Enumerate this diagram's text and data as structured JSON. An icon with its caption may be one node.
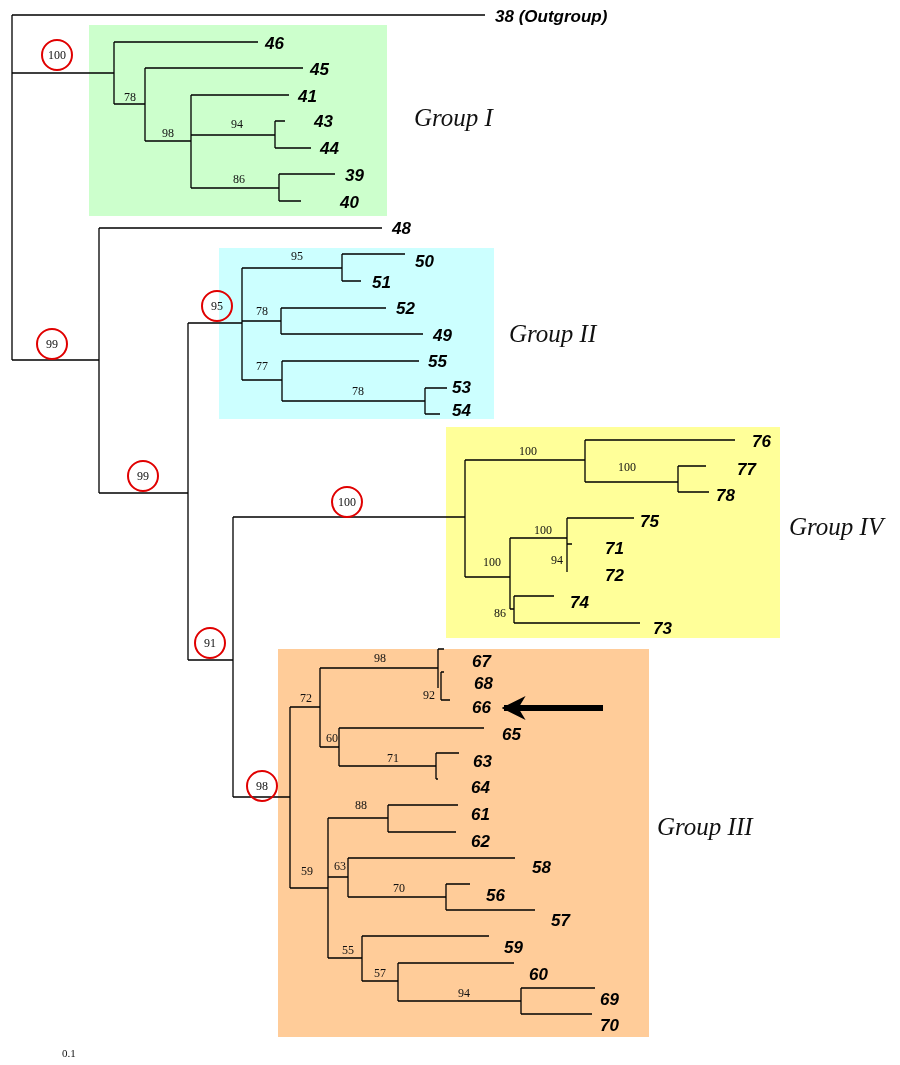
{
  "diagram": {
    "nodes": [
      {
        "text": [
          "Group I"
        ]
      },
      {
        "text": [
          "Group II"
        ]
      },
      {
        "text": [
          "Group IV"
        ]
      },
      {
        "text": [
          "Group III"
        ]
      },
      {
        "text": [
          "100"
        ]
      },
      {
        "text": [
          "99"
        ]
      },
      {
        "text": [
          "95"
        ]
      },
      {
        "text": [
          "99"
        ]
      },
      {
        "text": [
          "100"
        ]
      },
      {
        "text": [
          "91"
        ]
      },
      {
        "text": [
          "98"
        ]
      },
      {
        "text": [
          "66"
        ],
        "in": 3
      }
    ],
    "edges": [
      {
        "from": null,
        "to": 11,
        "arrow": "to"
      }
    ],
    "labels": [
      "38 (Outgroup)",
      "46",
      "45",
      "78",
      "41",
      "98",
      "94",
      "43",
      "44",
      "86",
      "39",
      "40",
      "48",
      "95",
      "50",
      "51",
      "78",
      "52",
      "49",
      "77",
      "55",
      "78",
      "53",
      "54",
      "100",
      "76",
      "100",
      "77",
      "78",
      "100",
      "75",
      "94",
      "71",
      "100",
      "72",
      "74",
      "86",
      "73",
      "98",
      "67",
      "68",
      "92",
      "72",
      "60",
      "65",
      "71",
      "63",
      "64",
      "88",
      "61",
      "62",
      "59",
      "63",
      "58",
      "70",
      "56",
      "57",
      "55",
      "59",
      "57",
      "60",
      "94",
      "69",
      "70",
      "0.1"
    ]
  }
}
